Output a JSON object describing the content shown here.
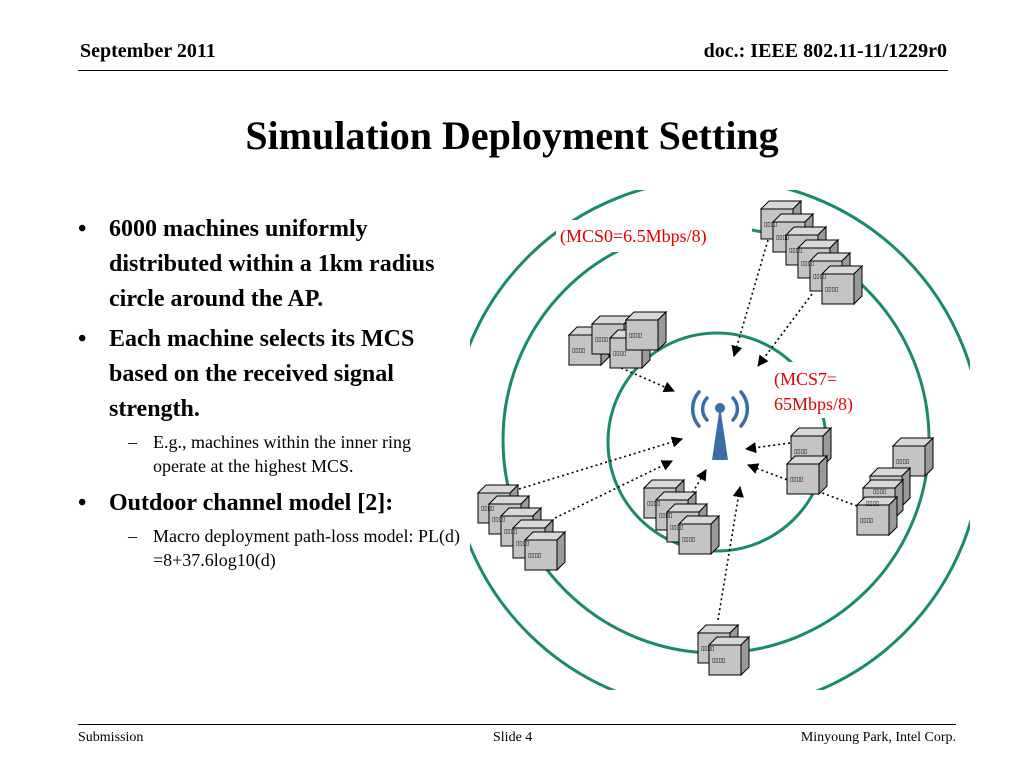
{
  "header": {
    "date": "September 2011",
    "doc": "doc.: IEEE 802.11-11/1229r0"
  },
  "title": "Simulation Deployment Setting",
  "bullets": [
    {
      "text": "6000 machines uniformly distributed within a 1km radius circle around the AP."
    },
    {
      "text": "Each machine selects its MCS based on the received signal strength.",
      "sub": [
        "E.g., machines within the inner ring operate at the highest MCS."
      ]
    },
    {
      "text": "Outdoor channel model [2]:",
      "sub": [
        "Macro deployment path-loss model: PL(d) =8+37.6log10(d)"
      ]
    }
  ],
  "bullet_marker": "•",
  "sub_marker": "–",
  "diagram": {
    "outer_label": "(MCS0=6.5Mbps/8)",
    "inner_label_line1": "(MCS7=",
    "inner_label_line2": "65Mbps/8)",
    "ring_color": "#1a8a6a",
    "label_color": "#e00000",
    "ap_icon": "wireless-ap-icon",
    "machine_icon": "machine-box-icon",
    "machine_label": "▯▯▯▯"
  },
  "footer": {
    "left": "Submission",
    "center": "Slide 4",
    "right": "Minyoung Park, Intel Corp."
  }
}
